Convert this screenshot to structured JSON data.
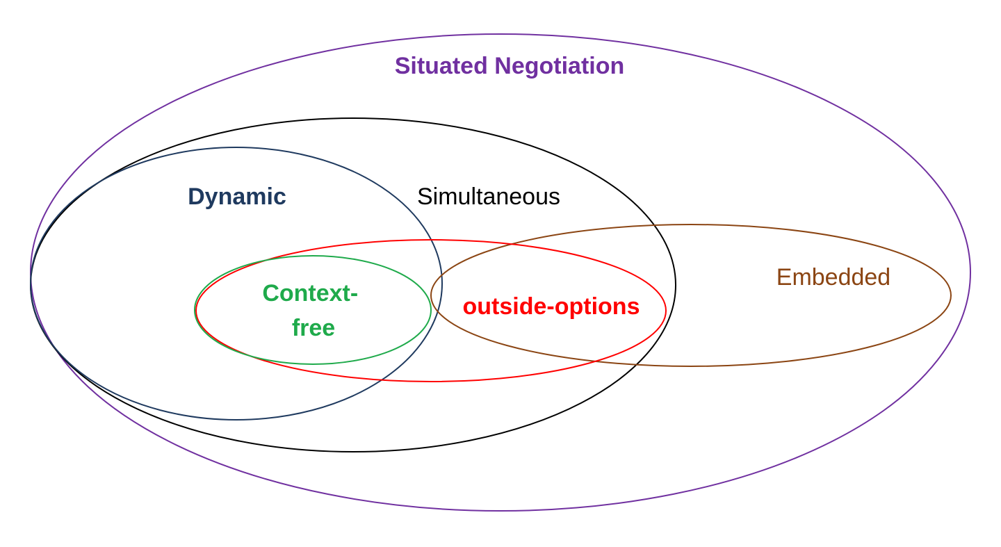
{
  "sets": [
    {
      "id": "situated",
      "label": "Situated Negotiation",
      "color": "#7030A0",
      "bold": true
    },
    {
      "id": "simultaneous",
      "label": "Simultaneous",
      "color": "#000000",
      "bold": false
    },
    {
      "id": "dynamic",
      "label": "Dynamic",
      "color": "#1F3A5F",
      "bold": true
    },
    {
      "id": "outside",
      "label": "outside-options",
      "color": "#FF0000",
      "bold": true
    },
    {
      "id": "embedded",
      "label": "Embedded",
      "color": "#8B4513",
      "bold": false
    },
    {
      "id": "context",
      "label_lines": [
        "Context-",
        "free"
      ],
      "color": "#1FAA4B",
      "bold": true
    }
  ]
}
